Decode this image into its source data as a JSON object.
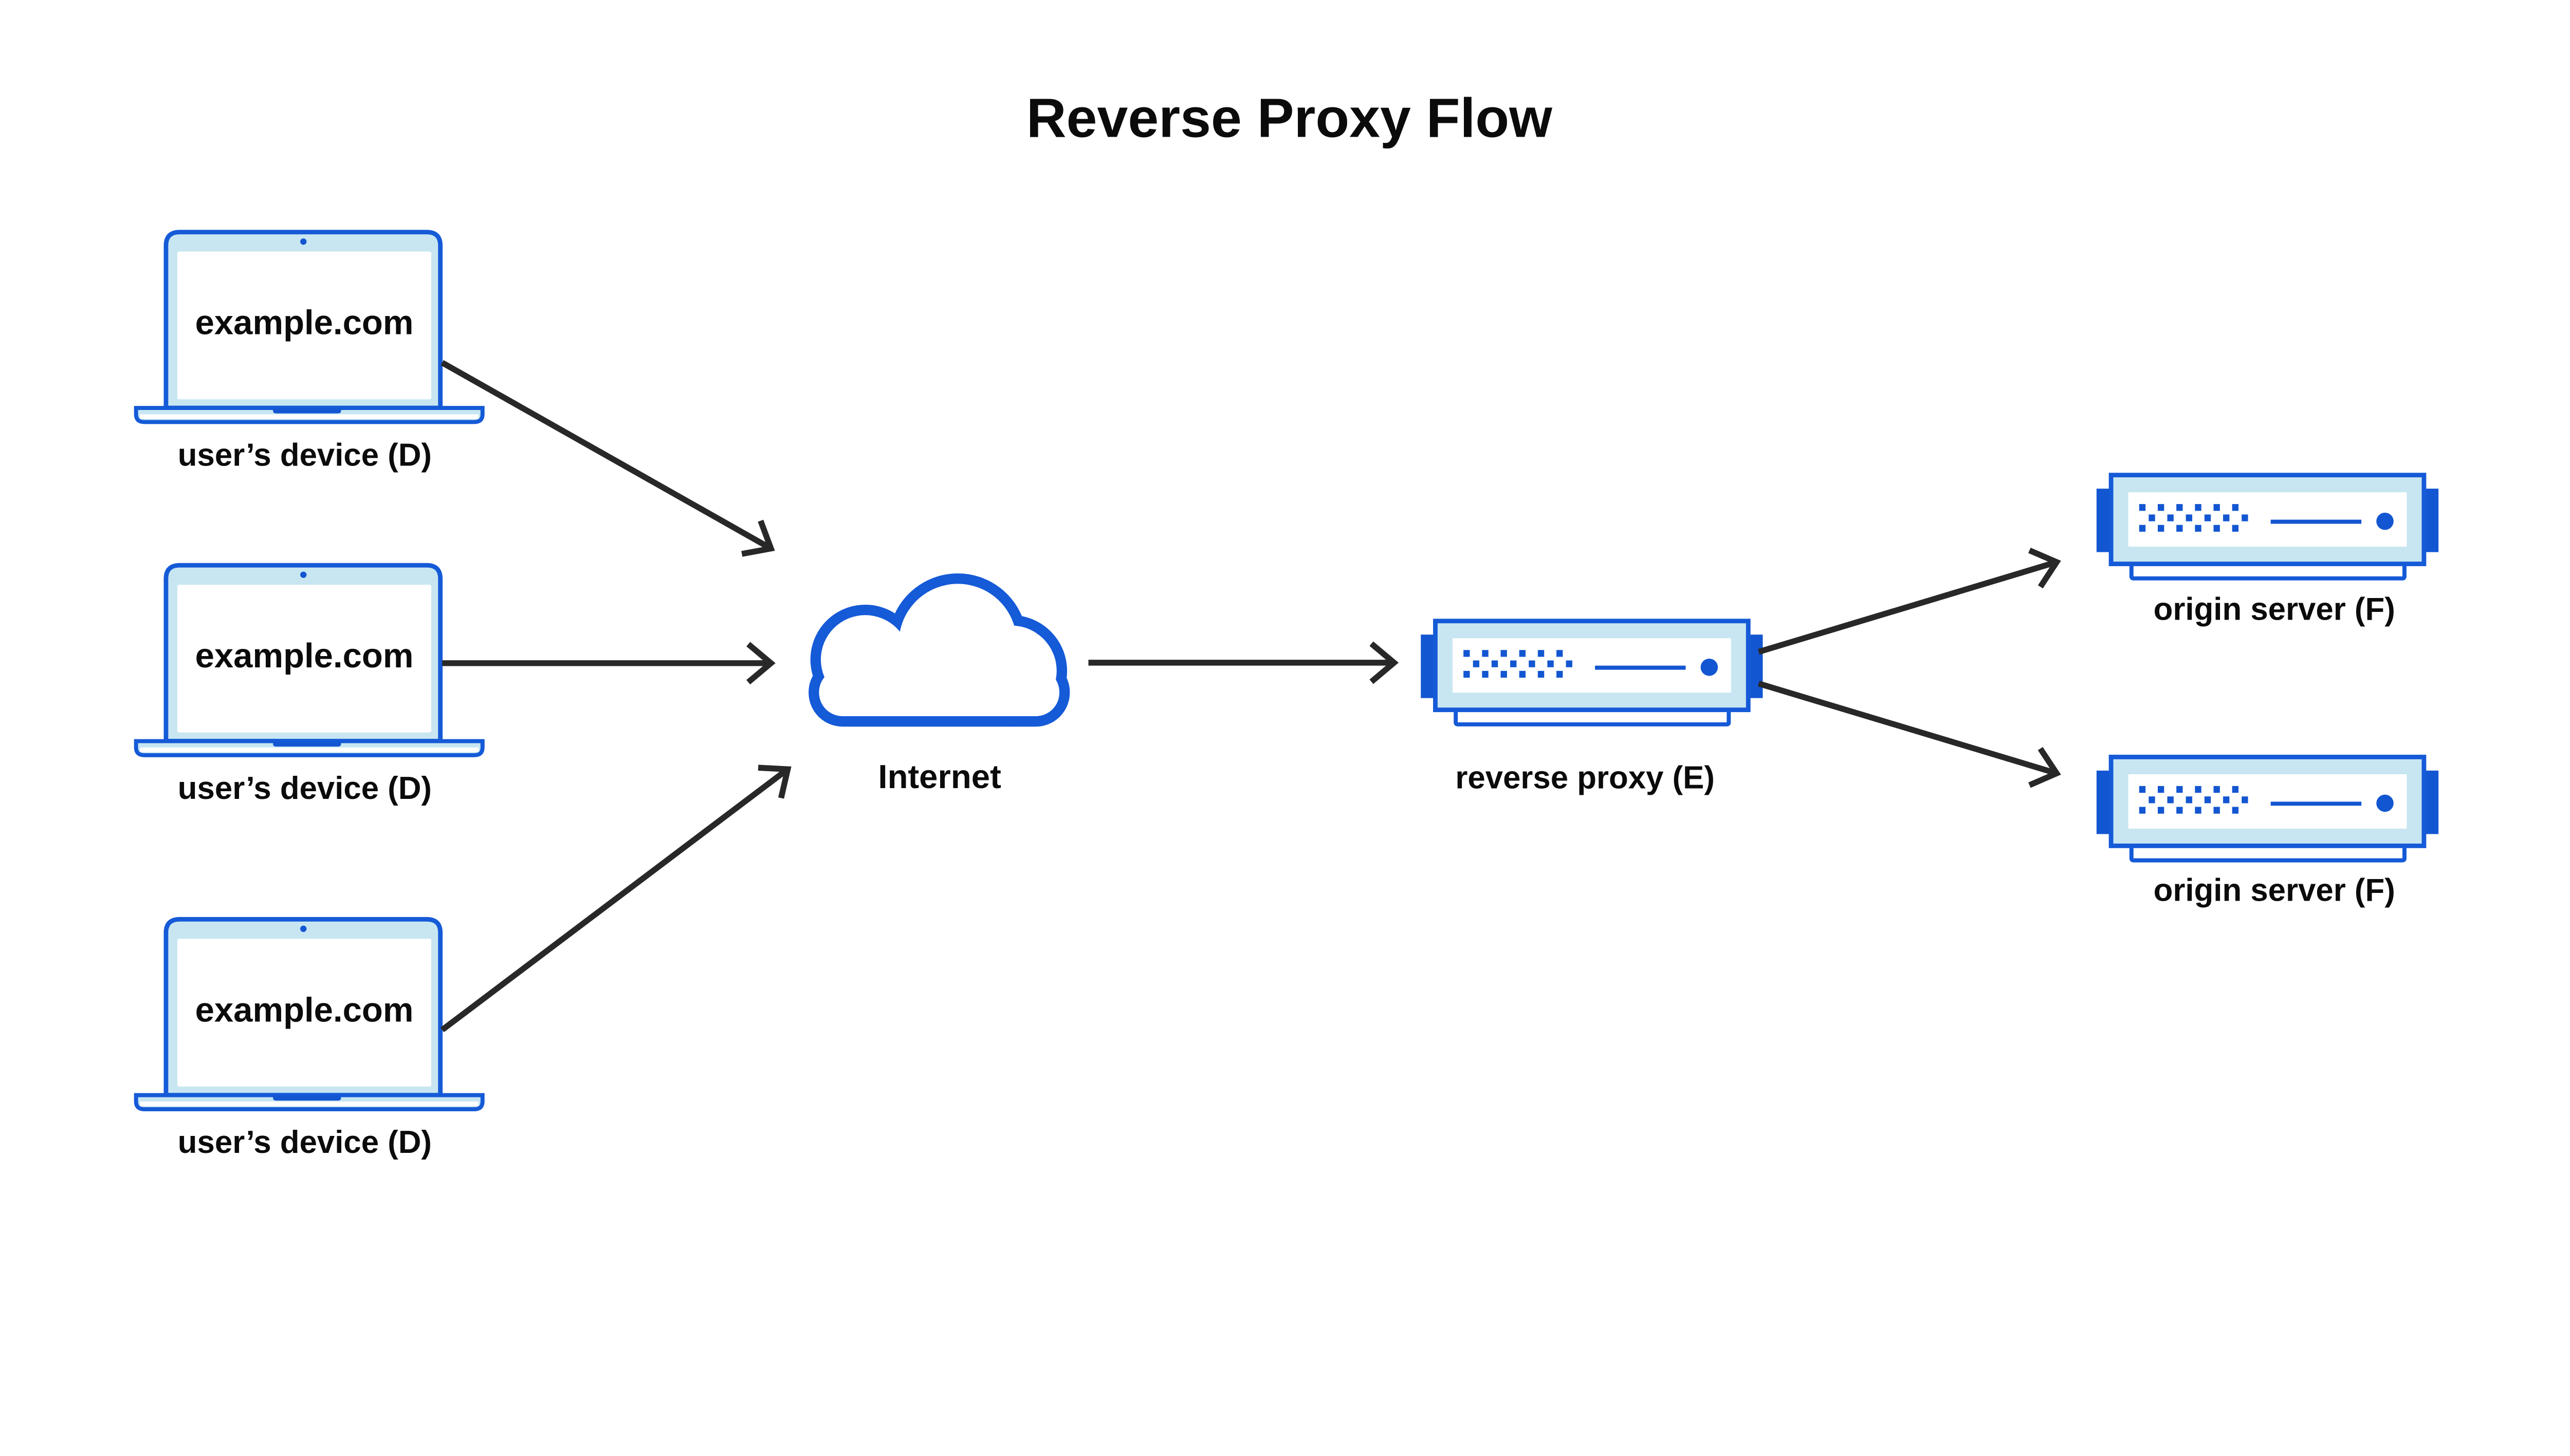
{
  "title": "Reverse Proxy Flow",
  "colors": {
    "stroke_blue": "#155ad7",
    "solid_blue": "#1356d1",
    "light_blue": "#c7e6f2",
    "arrow_dark": "#282828",
    "text_dark": "#0b0b0b",
    "canvas_white": "#ffffff"
  },
  "devices": [
    {
      "screen_text": "example.com",
      "label": "user’s device (D)"
    },
    {
      "screen_text": "example.com",
      "label": "user’s device (D)"
    },
    {
      "screen_text": "example.com",
      "label": "user’s device (D)"
    }
  ],
  "internet": {
    "label": "Internet"
  },
  "reverse_proxy": {
    "label": "reverse proxy (E)"
  },
  "origin_servers": [
    {
      "label": "origin server (F)"
    },
    {
      "label": "origin server (F)"
    }
  ]
}
